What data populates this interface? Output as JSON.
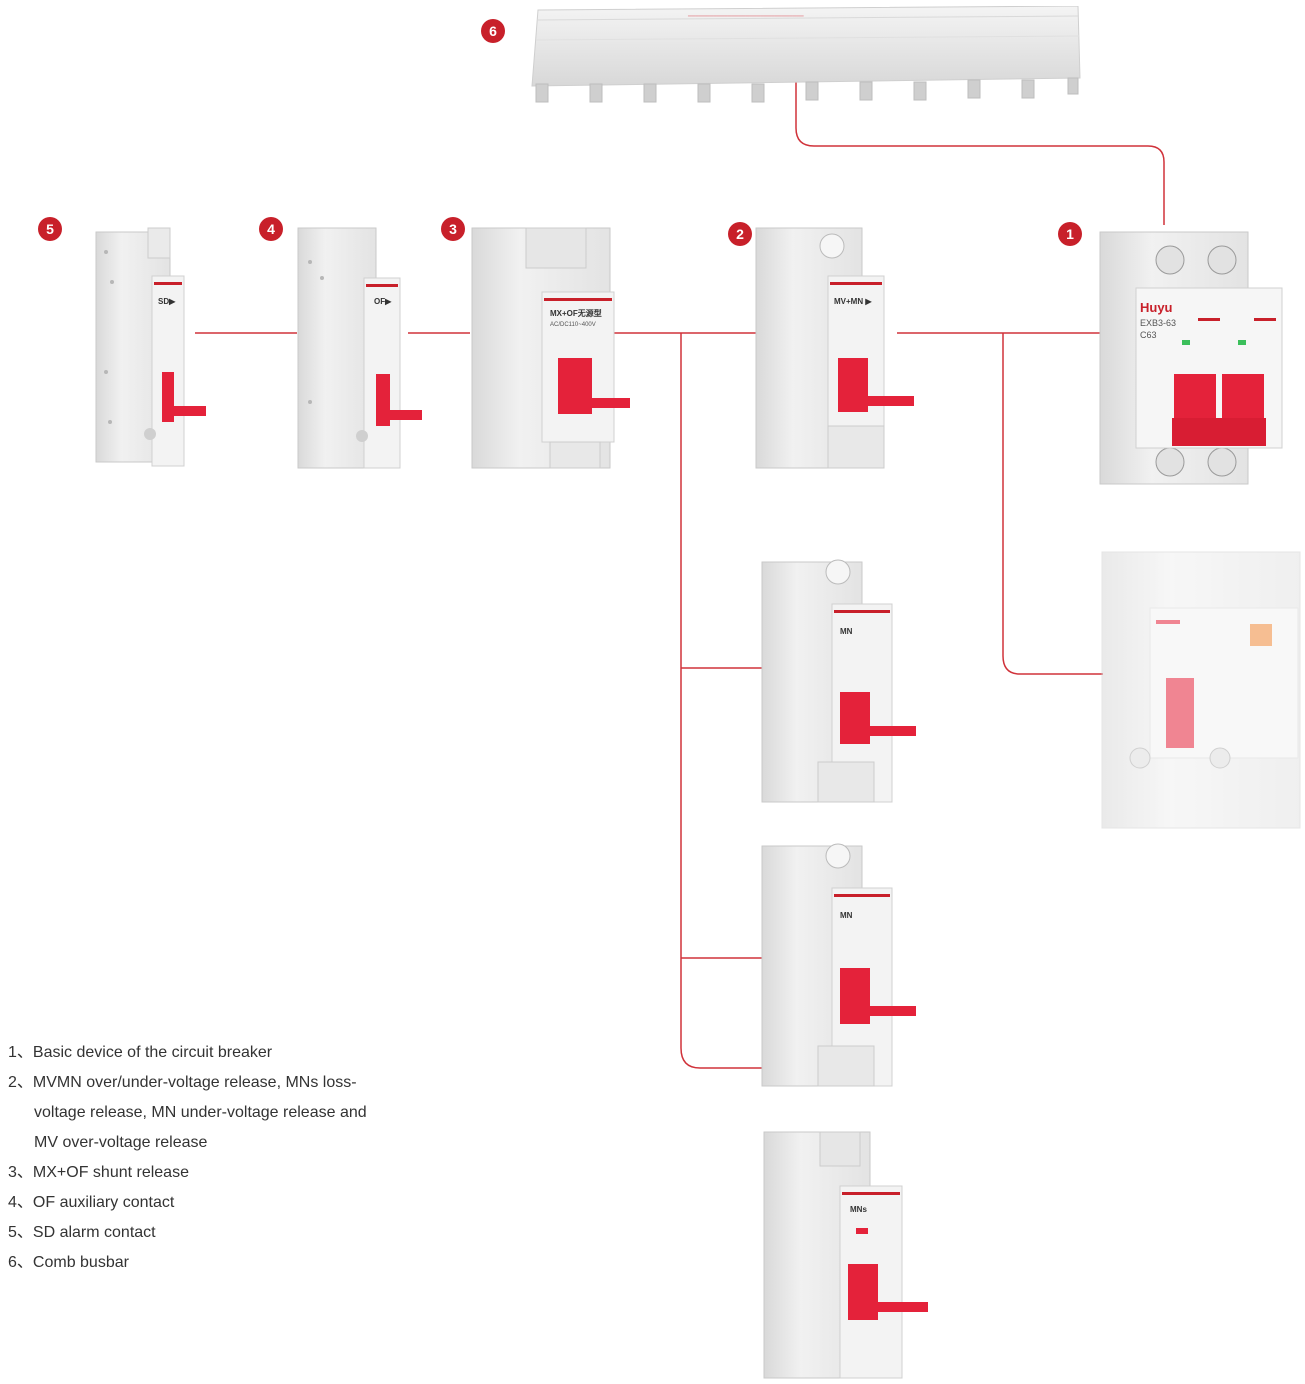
{
  "badges": {
    "b1": "1",
    "b2": "2",
    "b3": "3",
    "b4": "4",
    "b5": "5",
    "b6": "6"
  },
  "colors": {
    "accent": "#c8202a",
    "line": "#d0323a",
    "module": "#ededed",
    "handle": "#e4223a"
  },
  "devices": {
    "sd_label": "SD▶",
    "of_label": "OF▶",
    "mx_label": "MX+OF无源型",
    "mx_sub": "AC/DC110~400V",
    "mv_label": "MV+MN ▶",
    "mn_label": "MN",
    "mns_label": "MNs",
    "brand": "Huyu",
    "model": "EXB3-63",
    "rating": "C63"
  },
  "legend": {
    "item1_num": "1、",
    "item1_text": "Basic device of the circuit breaker",
    "item2_num": "2、",
    "item2_text_a": "MVMN over/under-voltage release, MNs loss-",
    "item2_text_b": "voltage release, MN under-voltage release and",
    "item2_text_c": " MV over-voltage release",
    "item3_num": "3、",
    "item3_text": "MX+OF shunt release",
    "item4_num": "4、",
    "item4_text": "OF auxiliary contact",
    "item5_num": "5、",
    "item5_text": "SD alarm contact",
    "item6_num": "6、",
    "item6_text": "Comb busbar"
  }
}
